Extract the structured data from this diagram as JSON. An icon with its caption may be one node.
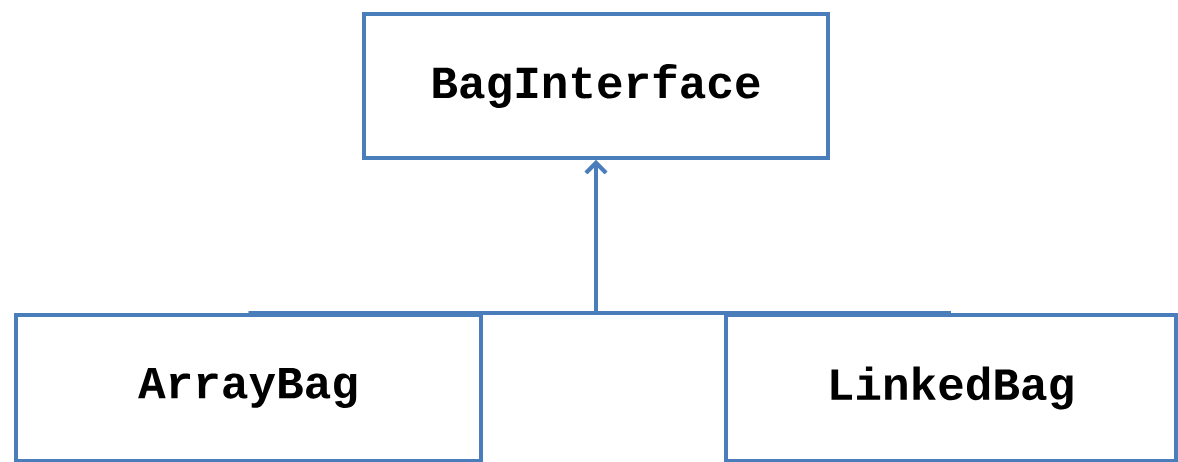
{
  "diagram": {
    "nodes": [
      {
        "text": [
          "BagInterface"
        ]
      },
      {
        "text": [
          "ArrayBag"
        ]
      },
      {
        "text": [
          "LinkedBag"
        ]
      }
    ],
    "edges": [
      {
        "from": 1,
        "to": 0,
        "arrow": "to"
      },
      {
        "from": 2,
        "to": 0,
        "arrow": "to"
      }
    ]
  }
}
